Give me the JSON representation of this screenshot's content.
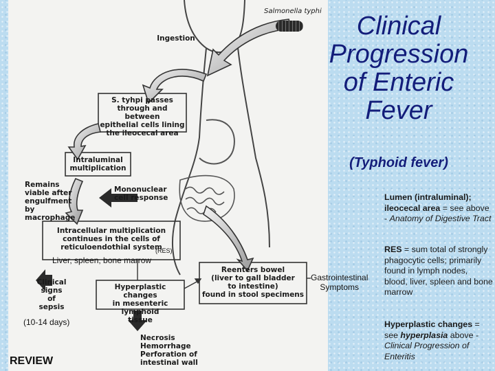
{
  "title": "Clinical\nProgression\nof Enteric\nFever",
  "subtitle": "(Typhoid fever)",
  "diagram": {
    "organism": "Salmonella typhi",
    "ingestion": "Ingestion",
    "passes": "S. tyhpi passes\nthrough and between\nepithelial cells lining\nthe ileocecal area",
    "intraluminal": "Intraluminal\nmultiplication",
    "remains": "Remains\nviable after\nengulfment by\nmacrophage",
    "mononuclear": "Mononuclear\ncell response",
    "intracellular": "Intracellular multiplication\ncontinues in the cells of\nreticuloendothial system",
    "res_tag": "(RES)",
    "res_organs": "Liver, spleen, bone marrow",
    "clinical_signs": "Clinical\nsigns\nof\nsepsis",
    "duration": "(10-14 days)",
    "hyperplastic": "Hyperplastic changes\nin mesenteric lymphoid\ntissue",
    "reenters": "Reenters bowel\n(liver to gall bladder\nto intestine)\nfound in stool specimens",
    "necrosis": "Necrosis\nHemorrhage\nPerforation of\nintestinal wall",
    "gi_symptoms": "Gastrointestinal\nSymptoms"
  },
  "notes": {
    "lumen_key": "Lumen (intraluminal);\nileocecal area",
    "lumen_rest": " = see above - ",
    "lumen_ref": "Anatomy of Digestive Tract",
    "res_key": "RES",
    "res_rest": " = sum total of strongly phagocytic cells; primarily found in lymph nodes, blood, liver, spleen and bone marrow",
    "hyper_key": "Hyperplastic changes",
    "hyper_mid": " = see ",
    "hyper_bold_italic": "hyperplasia",
    "hyper_mid2": " above - ",
    "hyper_ref": "Clinical Progression of Enteritis"
  },
  "review": "REVIEW",
  "colors": {
    "title": "#131d7a",
    "background": "#bcdcf0",
    "paper": "#f3f3f1",
    "ink": "#333333"
  }
}
